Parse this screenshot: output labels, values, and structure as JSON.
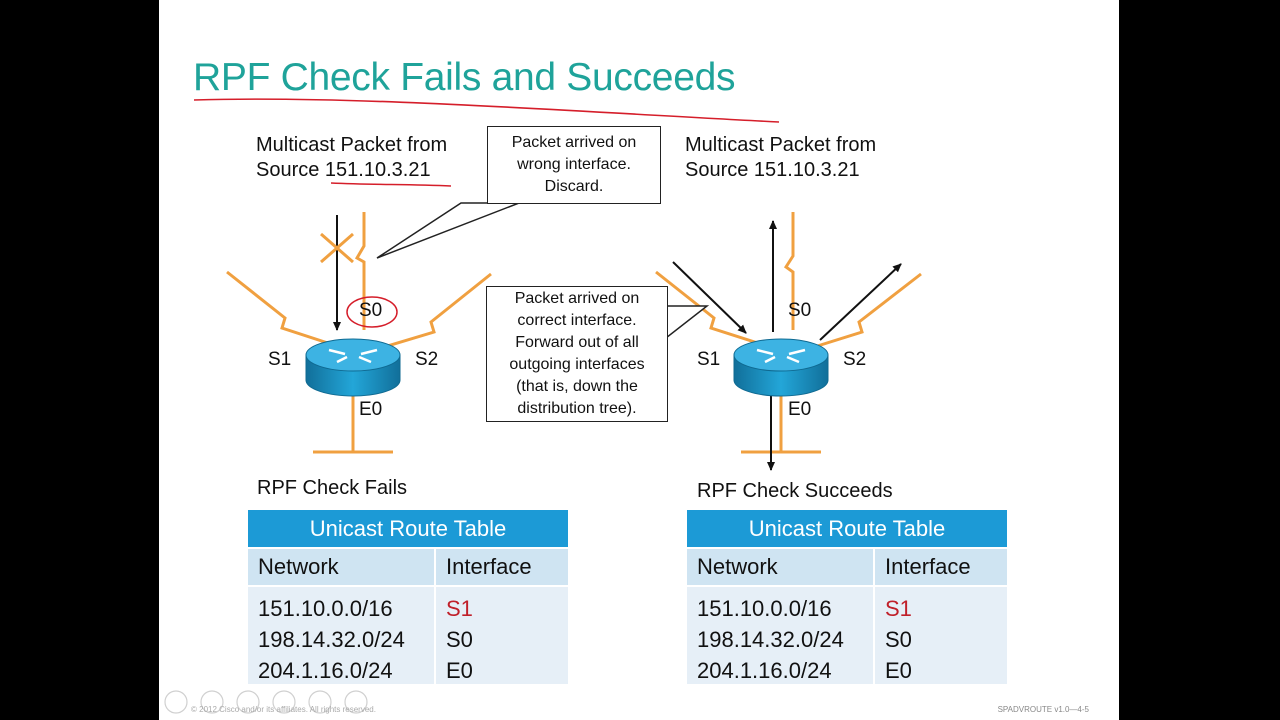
{
  "title": "RPF Check Fails and Succeeds",
  "left": {
    "packet_label_line1": "Multicast Packet from",
    "packet_label_line2": "Source 151.10.3.21",
    "callout": [
      "Packet arrived on",
      "wrong interface.",
      "Discard."
    ],
    "interfaces": {
      "s0": "S0",
      "s1": "S1",
      "s2": "S2",
      "e0": "E0"
    },
    "caption": "RPF Check Fails",
    "table": {
      "header": "Unicast Route Table",
      "col_network": "Network",
      "col_interface": "Interface",
      "rows": [
        {
          "network": "151.10.0.0/16",
          "interface": "S1"
        },
        {
          "network": "198.14.32.0/24",
          "interface": "S0"
        },
        {
          "network": "204.1.16.0/24",
          "interface": "E0"
        }
      ]
    }
  },
  "right": {
    "packet_label_line1": "Multicast Packet from",
    "packet_label_line2": "Source 151.10.3.21",
    "callout": [
      "Packet arrived on",
      "correct interface.",
      "Forward out of all",
      "outgoing interfaces",
      "(that is, down the",
      "distribution tree)."
    ],
    "interfaces": {
      "s0": "S0",
      "s1": "S1",
      "s2": "S2",
      "e0": "E0"
    },
    "caption": "RPF Check Succeeds",
    "table": {
      "header": "Unicast Route Table",
      "col_network": "Network",
      "col_interface": "Interface",
      "rows": [
        {
          "network": "151.10.0.0/16",
          "interface": "S1"
        },
        {
          "network": "198.14.32.0/24",
          "interface": "S0"
        },
        {
          "network": "204.1.16.0/24",
          "interface": "E0"
        }
      ]
    }
  },
  "footer": {
    "copyright": "© 2012 Cisco and/or its affiliates. All rights reserved.",
    "slide_id": "SPADVROUTE v1.0—4-5"
  },
  "colors": {
    "title": "#1fa39a",
    "serial_link": "#f0a040",
    "router_body": "#1b8fc0",
    "table_header": "#1c9ad6",
    "accent_red": "#c0202a"
  }
}
